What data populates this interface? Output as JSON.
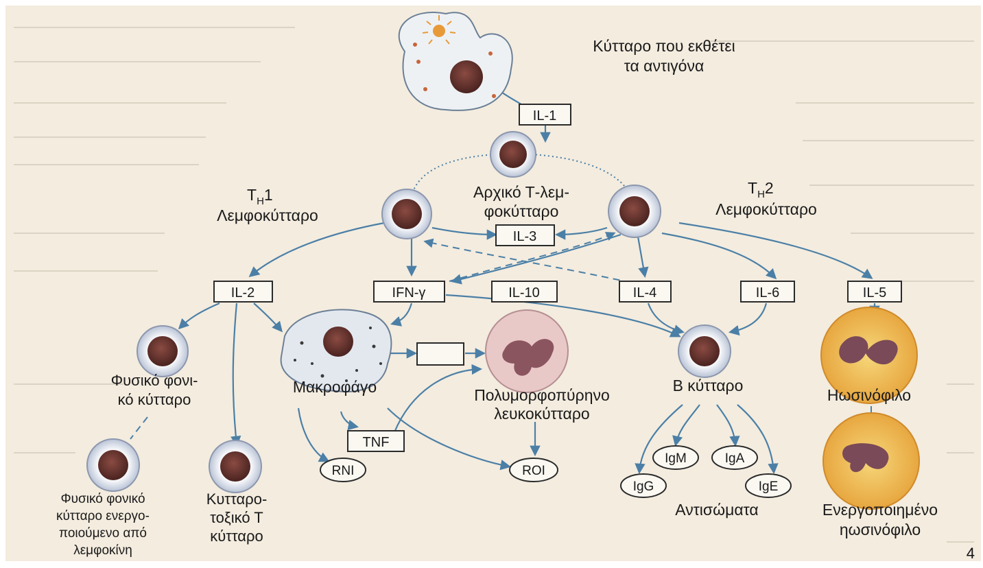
{
  "page_number": "4",
  "labels": {
    "antigen_presenting_cell": [
      "Κύτταρο που εκθέτει",
      "τα αντιγόνα"
    ],
    "naive_t_cell": [
      "Αρχικό Τ-λεμ-",
      "φοκύτταρο"
    ],
    "th1_title": "Τ",
    "th1_sub": "Η",
    "th1_num": "1",
    "th1_name": "Λεμφοκύτταρο",
    "th2_title": "Τ",
    "th2_sub": "Η",
    "th2_num": "2",
    "th2_name": "Λεμφοκύτταρο",
    "nk_cell": [
      "Φυσικό φονι-",
      "κό κύτταρο"
    ],
    "activated_nk": [
      "Φυσικό φονικό",
      "κύτταρο ενεργο-",
      "ποιούμενο από",
      "λεμφοκίνη"
    ],
    "cytotoxic_t": [
      "Κυτταρο-",
      "τοξικό Τ",
      "κύτταρο"
    ],
    "macrophage": "Μακροφάγο",
    "pmn": [
      "Πολυμορφοπύρηνο",
      "λευκοκύτταρο"
    ],
    "b_cell": "Β κύτταρο",
    "eosinophil": "Ηωσινόφιλο",
    "activated_eosinophil": [
      "Ενεργοποιημένο",
      "ηωσινόφιλο"
    ],
    "antibodies": "Αντισώματα"
  },
  "cytokines": {
    "il1": "IL-1",
    "il2": "IL-2",
    "il3": "IL-3",
    "ifn": "IFN-γ",
    "il10": "IL-10",
    "il4": "IL-4",
    "il6": "IL-6",
    "il5": "IL-5",
    "tnf": "TNF",
    "blank": ""
  },
  "products": {
    "rni": "RNI",
    "roi": "ROI",
    "igm": "IgM",
    "iga": "IgA",
    "igg": "IgG",
    "ige": "IgE"
  },
  "colors": {
    "arrow": "#4b7fa6",
    "paper": "#f3ecdf",
    "nucleus": "#5a2e2a",
    "eosinophil_granules": "#e0962a",
    "pmn_cytoplasm": "#e9c8c8"
  }
}
